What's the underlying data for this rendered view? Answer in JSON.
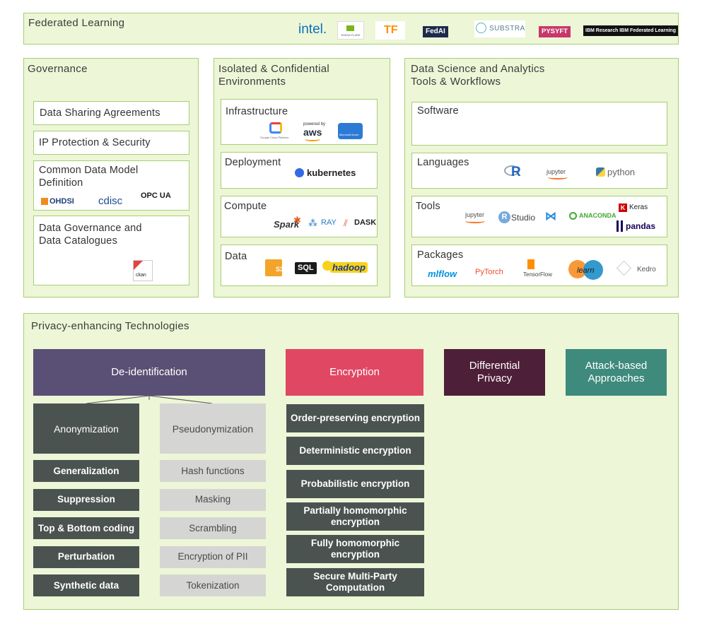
{
  "colors": {
    "panel_bg": "#edf6d6",
    "panel_border": "#a6cf73",
    "deid": "#5a5075",
    "encryption": "#e04763",
    "dp": "#4e1f38",
    "attack": "#3e8a7c",
    "dark_tile": "#4b5351",
    "light_tile": "#d5d6d3"
  },
  "federated": {
    "title": "Federated Learning",
    "logos": [
      "intel.",
      "NVIDIA FLARE",
      "TF",
      "FedAI",
      "SUBSTRA",
      "PYSYFT",
      "IBM Research IBM Federated Learning"
    ]
  },
  "governance": {
    "title": "Governance",
    "items": [
      "Data Sharing Agreements",
      "IP Protection & Security",
      "Common Data Model\nDefinition",
      "Data Governance and\nData Catalogues"
    ],
    "logos": [
      "OHDSI",
      "cdisc",
      "OPC UA",
      "ckan"
    ]
  },
  "isolated": {
    "title": "Isolated & Confidential\nEnvironments",
    "boxes": [
      "Infrastructure",
      "Deployment",
      "Compute",
      "Data"
    ],
    "logos": {
      "infra": [
        "Google Cloud Platform",
        "powered by",
        "aws",
        "Microsoft Azure"
      ],
      "deploy": [
        "kubernetes"
      ],
      "compute": [
        "Spark",
        "RAY",
        "DASK"
      ],
      "data": [
        "S3",
        "SQL",
        "hadoop"
      ]
    }
  },
  "analytics": {
    "title": "Data Science and Analytics\nTools & Workflows",
    "boxes": [
      "Software",
      "Languages",
      "Tools",
      "Packages"
    ],
    "logos": {
      "languages": [
        "R",
        "jupyter",
        "python"
      ],
      "tools": [
        "jupyter",
        "Studio",
        "ANACONDA",
        "Keras",
        "pandas"
      ],
      "packages": [
        "mlflow",
        "PyTorch",
        "TensorFlow",
        "learn",
        "Kedro"
      ]
    }
  },
  "pet": {
    "title": "Privacy-enhancing Technologies",
    "deid": "De-identification",
    "encryption": "Encryption",
    "dp": "Differential\nPrivacy",
    "attack": "Attack-based\nApproaches",
    "anonymization": "Anonymization",
    "pseudonymization": "Pseudonymization",
    "anon_items": [
      "Generalization",
      "Suppression",
      "Top & Bottom coding",
      "Perturbation",
      "Synthetic data"
    ],
    "pseudo_items": [
      "Hash functions",
      "Masking",
      "Scrambling",
      "Encryption of PII",
      "Tokenization"
    ],
    "enc_items": [
      "Order-preserving encryption",
      "Deterministic encryption",
      "Probabilistic encryption",
      "Partially homomorphic\nencryption",
      "Fully homomorphic\nencryption",
      "Secure Multi-Party\nComputation"
    ]
  }
}
